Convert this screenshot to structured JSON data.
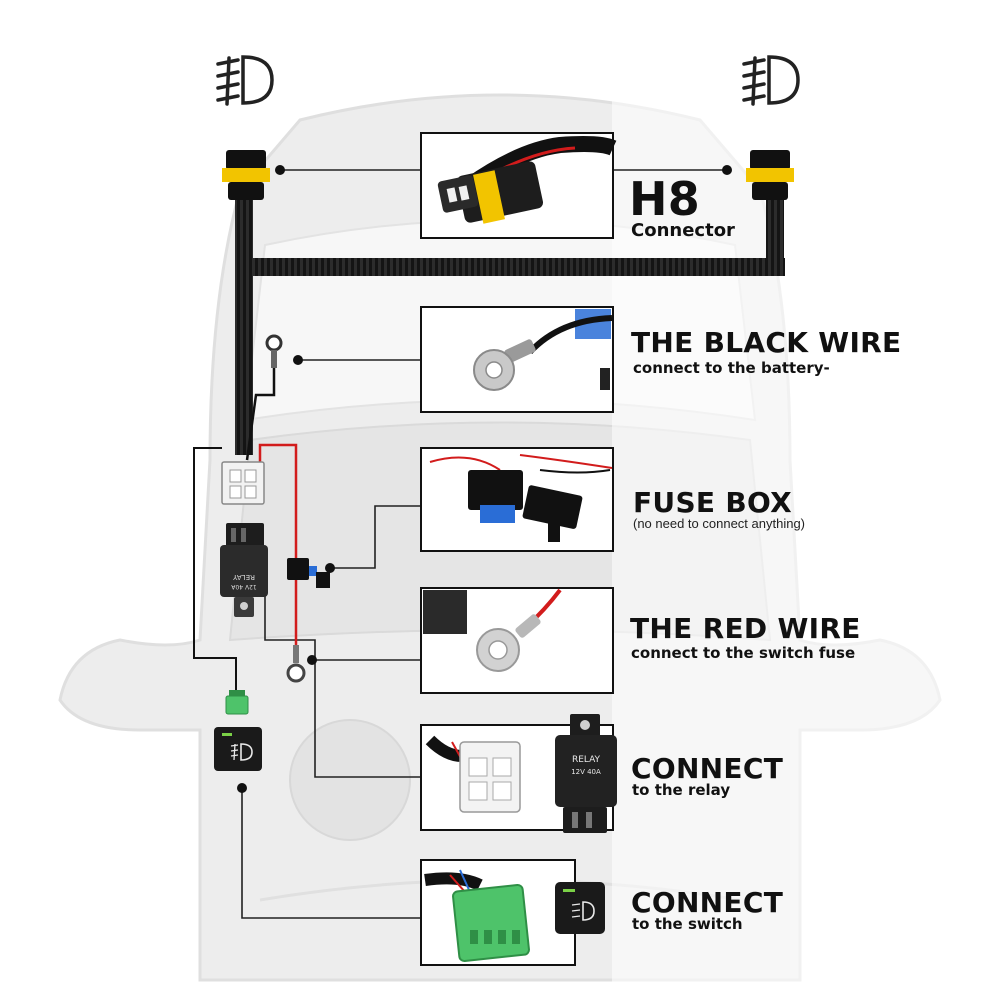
{
  "labels": {
    "h8_title": "H8",
    "h8_sub": "Connector",
    "black_title": "THE BLACK WIRE",
    "black_sub": "connect to the battery-",
    "fuse_title": "FUSE BOX",
    "fuse_sub": "(no need to connect anything)",
    "red_title": "THE RED WIRE",
    "red_sub": "connect to the switch fuse",
    "relay_title": "CONNECT",
    "relay_sub": "to the relay",
    "switch_title": "CONNECT",
    "switch_sub": "to the switch"
  },
  "relay": {
    "main_label": "RELAY",
    "rating": "12V 40A"
  },
  "icons": {
    "fog_left": "fog-light-icon",
    "fog_right": "fog-light-icon",
    "switch": "fog-switch-icon"
  },
  "colors": {
    "wire_black": "#111111",
    "wire_red": "#d21c1c",
    "connector_yellow": "#f2c400",
    "plug_green": "#4ec36a",
    "fuse_blue": "#2a6dd6",
    "car_silhouette": "#e6e6e6"
  }
}
